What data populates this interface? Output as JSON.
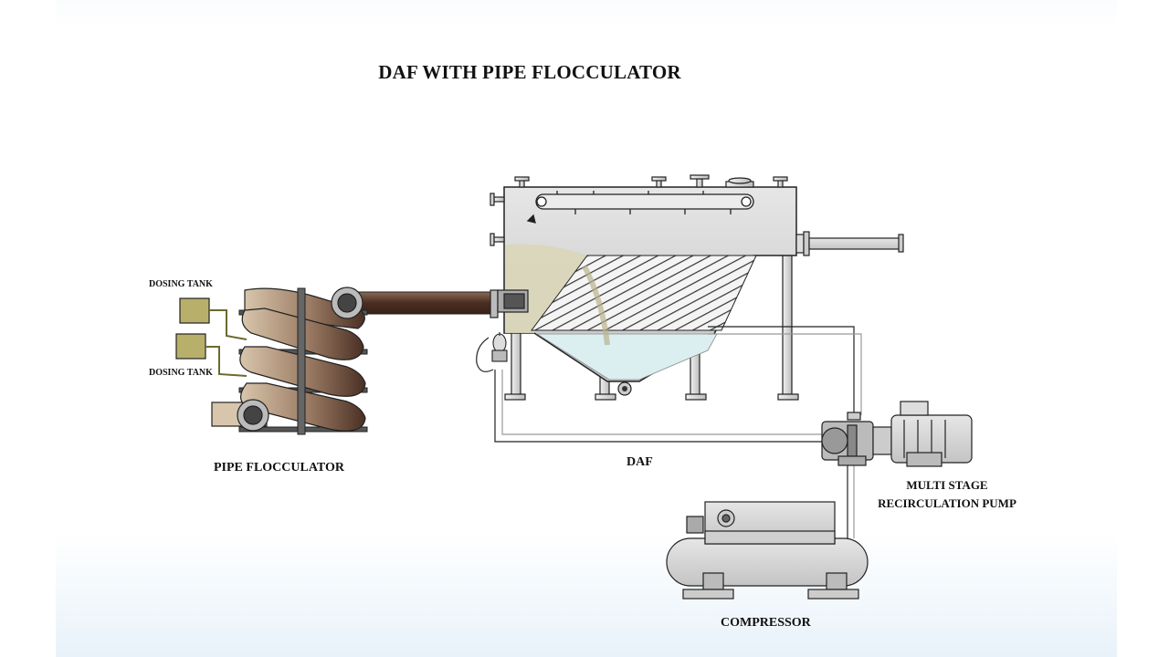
{
  "diagram": {
    "title": "DAF WITH PIPE FLOCCULATOR",
    "labels": {
      "dosing_tank_top": "DOSING TANK",
      "dosing_tank_bottom": "DOSING TANK",
      "pipe_flocculator": "PIPE FLOCCULATOR",
      "daf": "DAF",
      "pump_line1": "MULTI STAGE",
      "pump_line2": "RECIRCULATION PUMP",
      "compressor": "COMPRESSOR"
    }
  },
  "colors": {
    "pipe_brown": "#5a3a2a",
    "pipe_light": "#c9b393",
    "tank_green": "#b8b06a",
    "metal_grey": "#d4d4d4",
    "water_blue": "#dbeef0",
    "outline": "#222222"
  }
}
